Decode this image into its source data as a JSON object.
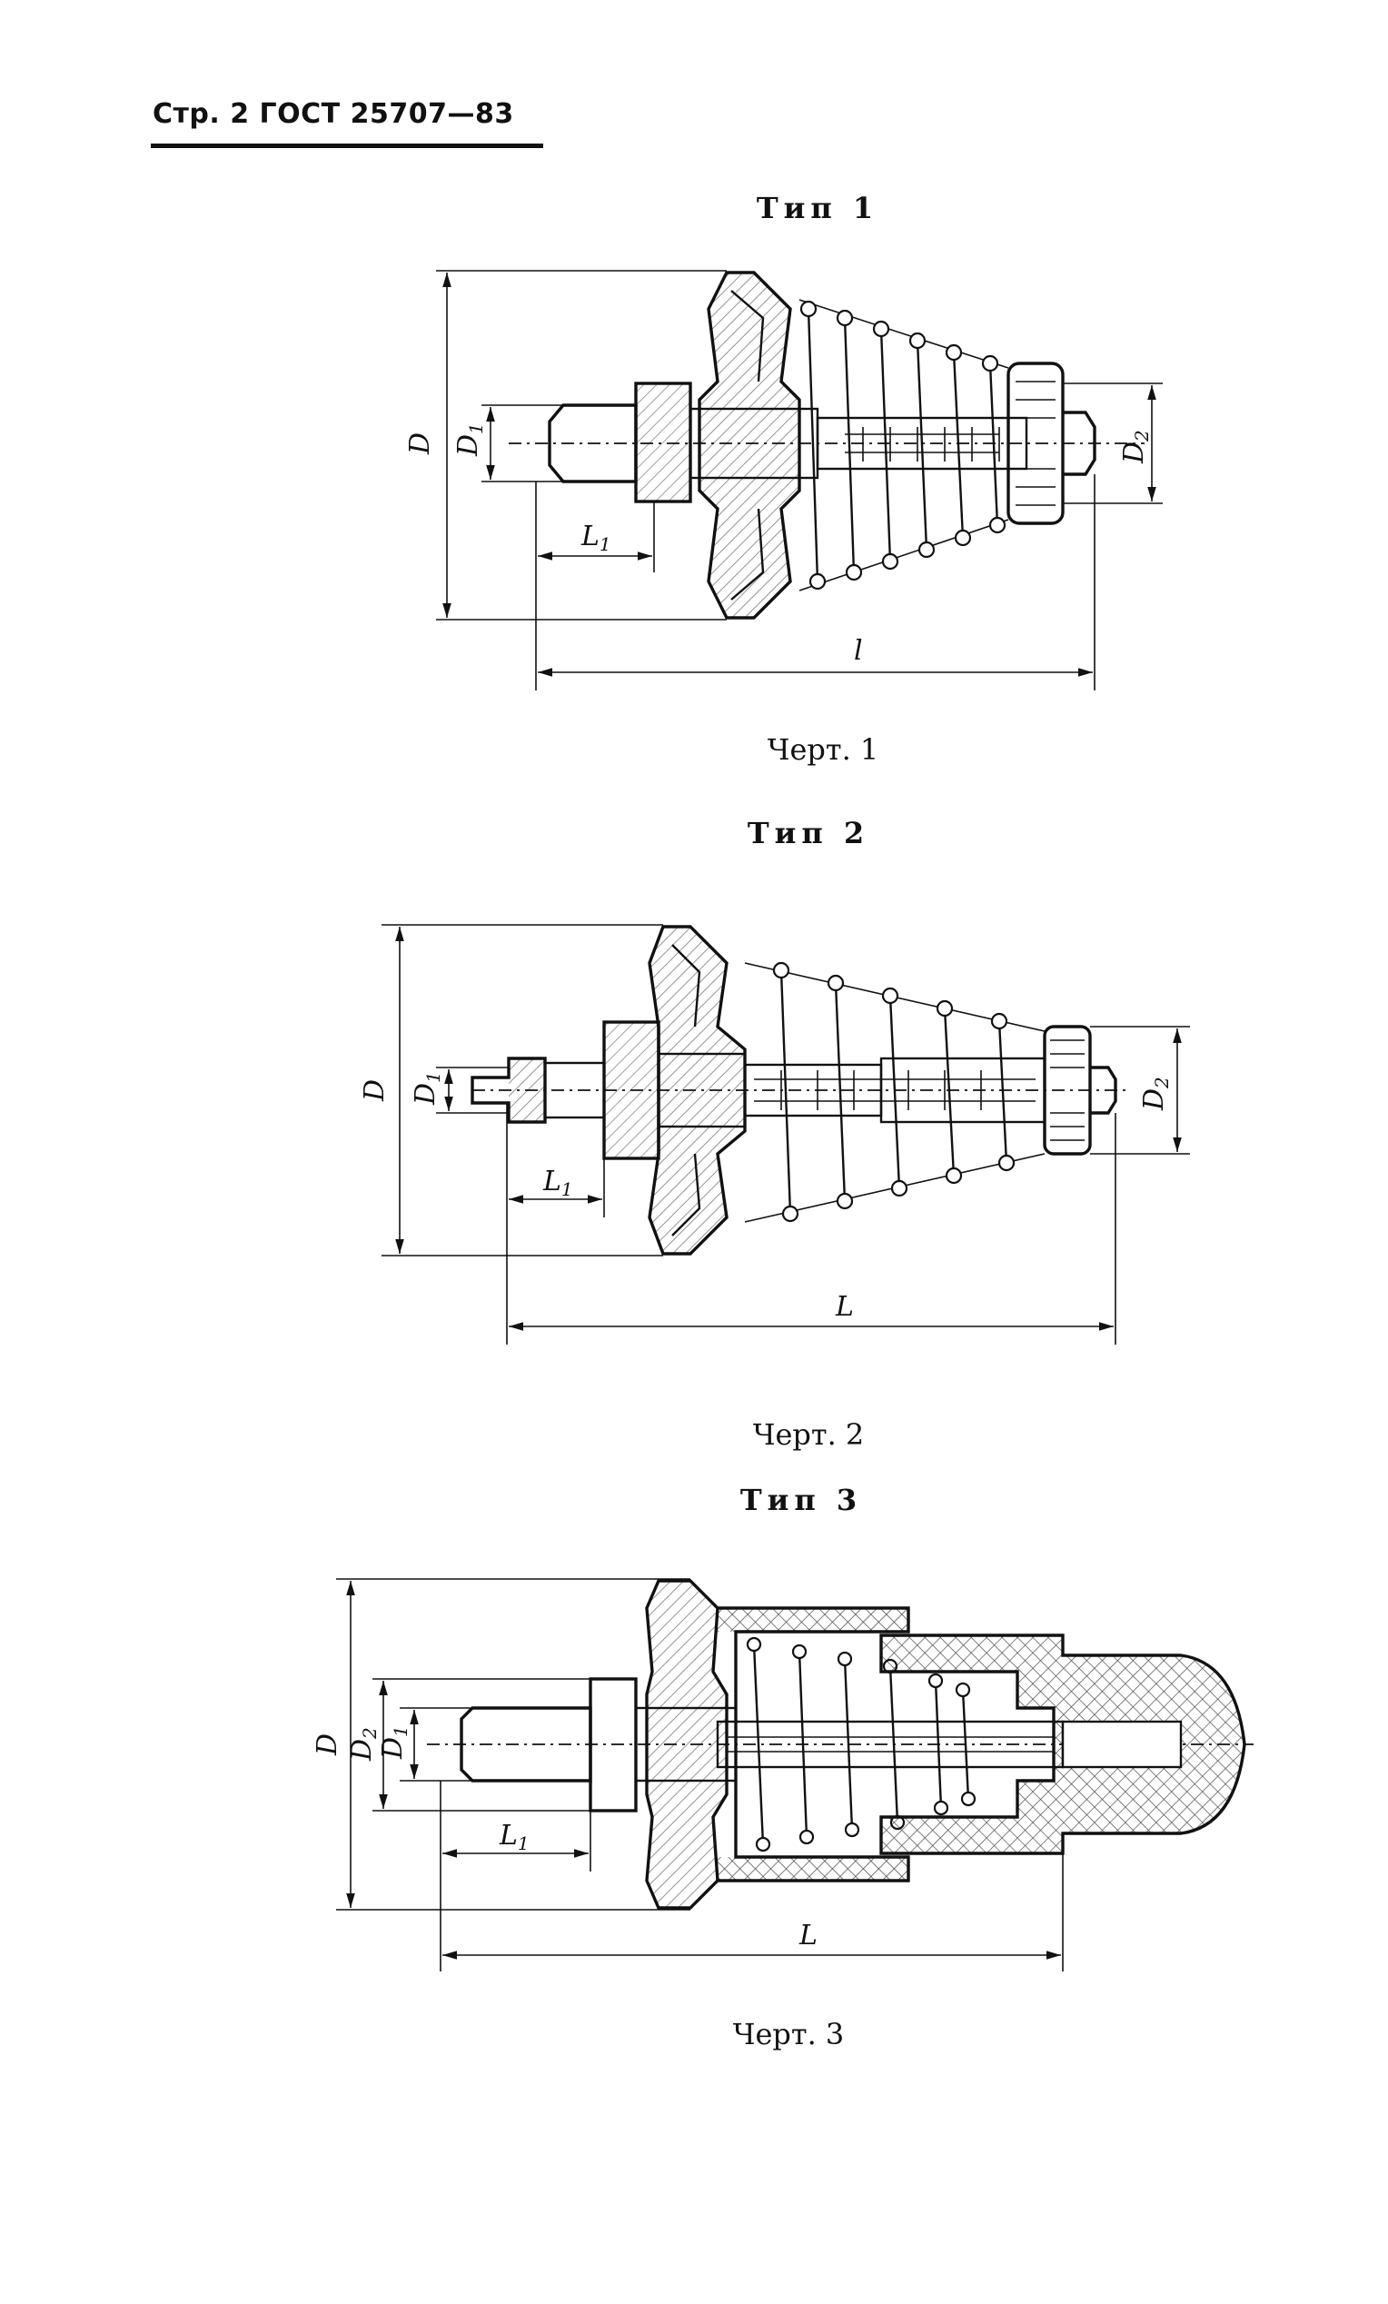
{
  "header": {
    "text": "Стр. 2 ГОСТ 25707—83"
  },
  "figures": [
    {
      "type_label": "Тип 1",
      "caption": "Черт. 1",
      "dims": {
        "D": "D",
        "D1": "D",
        "D1_sub": "1",
        "D2": "D",
        "D2_sub": "2",
        "L1": "L",
        "L1_sub": "1",
        "L": "l"
      }
    },
    {
      "type_label": "Тип 2",
      "caption": "Черт. 2",
      "dims": {
        "D": "D",
        "D1": "D",
        "D1_sub": "1",
        "D2": "D",
        "D2_sub": "2",
        "L1": "L",
        "L1_sub": "1",
        "L": "L"
      }
    },
    {
      "type_label": "Тип 3",
      "caption": "Черт. 3",
      "dims": {
        "D": "D",
        "D1": "D",
        "D1_sub": "1",
        "D2": "D",
        "D2_sub": "2",
        "L1": "L",
        "L1_sub": "1",
        "L": "L"
      }
    }
  ]
}
